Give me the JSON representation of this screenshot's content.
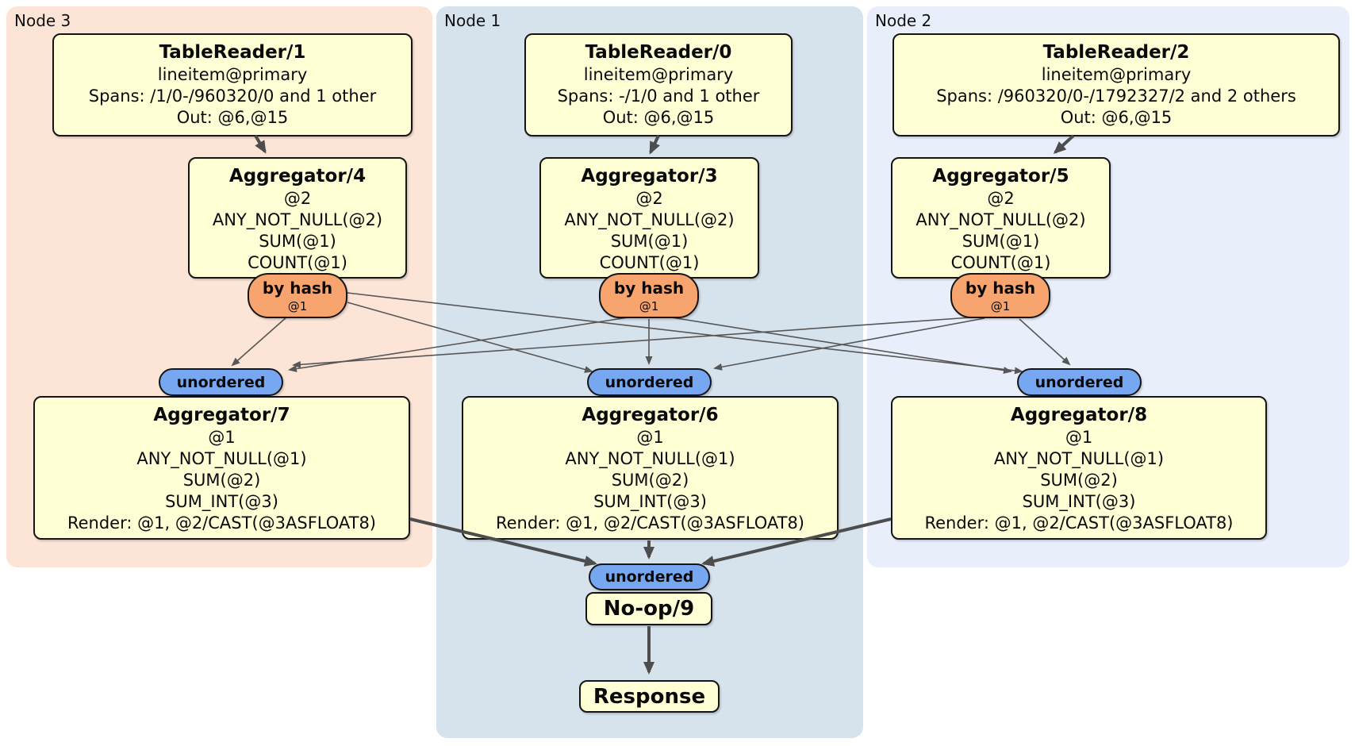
{
  "colors": {
    "canvas-bg": "#ffffff",
    "node3-bg": "#fce4d6",
    "node1-bg": "#d6e2ec",
    "node2-bg": "#e9effa",
    "box-fill": "#ffffd6",
    "box-border": "#151515",
    "router-fill": "#f7a46e",
    "stream-fill": "#76a7f0",
    "edge-thick": "#4d4d4d",
    "edge-thin": "#575757"
  },
  "regions": [
    {
      "label": "Node 3"
    },
    {
      "label": "Node 1"
    },
    {
      "label": "Node 2"
    }
  ],
  "processors": [
    {
      "title": "TableReader/1",
      "lines": [
        "lineitem@primary",
        "Spans: /1/0-/960320/0 and 1 other",
        "Out: @6,@15"
      ]
    },
    {
      "title": "TableReader/0",
      "lines": [
        "lineitem@primary",
        "Spans: -/1/0 and 1 other",
        "Out: @6,@15"
      ]
    },
    {
      "title": "TableReader/2",
      "lines": [
        "lineitem@primary",
        "Spans: /960320/0-/1792327/2 and 2 others",
        "Out: @6,@15"
      ]
    },
    {
      "title": "Aggregator/4",
      "lines": [
        "@2",
        "ANY_NOT_NULL(@2)",
        "SUM(@1)",
        "COUNT(@1)"
      ]
    },
    {
      "title": "Aggregator/3",
      "lines": [
        "@2",
        "ANY_NOT_NULL(@2)",
        "SUM(@1)",
        "COUNT(@1)"
      ]
    },
    {
      "title": "Aggregator/5",
      "lines": [
        "@2",
        "ANY_NOT_NULL(@2)",
        "SUM(@1)",
        "COUNT(@1)"
      ]
    },
    {
      "title": "Aggregator/7",
      "lines": [
        "@1",
        "ANY_NOT_NULL(@1)",
        "SUM(@2)",
        "SUM_INT(@3)",
        "Render: @1, @2/CAST(@3ASFLOAT8)"
      ]
    },
    {
      "title": "Aggregator/6",
      "lines": [
        "@1",
        "ANY_NOT_NULL(@1)",
        "SUM(@2)",
        "SUM_INT(@3)",
        "Render: @1, @2/CAST(@3ASFLOAT8)"
      ]
    },
    {
      "title": "Aggregator/8",
      "lines": [
        "@1",
        "ANY_NOT_NULL(@1)",
        "SUM(@2)",
        "SUM_INT(@3)",
        "Render: @1, @2/CAST(@3ASFLOAT8)"
      ]
    },
    {
      "title": "No-op/9",
      "lines": []
    },
    {
      "title": "Response",
      "lines": []
    }
  ],
  "routers": [
    {
      "label": "by hash",
      "detail": "@1"
    },
    {
      "label": "by hash",
      "detail": "@1"
    },
    {
      "label": "by hash",
      "detail": "@1"
    }
  ],
  "streams": [
    {
      "label": "unordered"
    },
    {
      "label": "unordered"
    },
    {
      "label": "unordered"
    },
    {
      "label": "unordered"
    }
  ]
}
